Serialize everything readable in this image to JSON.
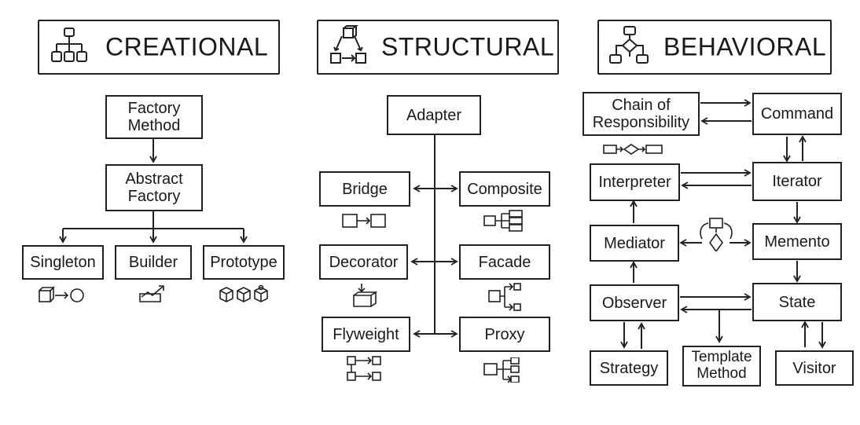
{
  "headers": {
    "creational": "CREATIONAL",
    "structural": "STRUCTURAL",
    "behavioral": "BEHAVIORAL"
  },
  "creational": {
    "factory_method": "Factory\nMethod",
    "abstract_factory": "Abstract\nFactory",
    "singleton": "Singleton",
    "builder": "Builder",
    "prototype": "Prototype"
  },
  "structural": {
    "adapter": "Adapter",
    "bridge": "Bridge",
    "composite": "Composite",
    "decorator": "Decorator",
    "facade": "Facade",
    "flyweight": "Flyweight",
    "proxy": "Proxy"
  },
  "behavioral": {
    "chain": "Chain of\nResponsibility",
    "command": "Command",
    "interpreter": "Interpreter",
    "iterator": "Iterator",
    "mediator": "Mediator",
    "memento": "Memento",
    "observer": "Observer",
    "state": "State",
    "strategy": "Strategy",
    "template_method": "Template\nMethod",
    "visitor": "Visitor"
  },
  "icons": {
    "creational_header": "hierarchy-icon",
    "structural_header": "cube-cycle-icon",
    "behavioral_header": "flowchart-icon"
  }
}
